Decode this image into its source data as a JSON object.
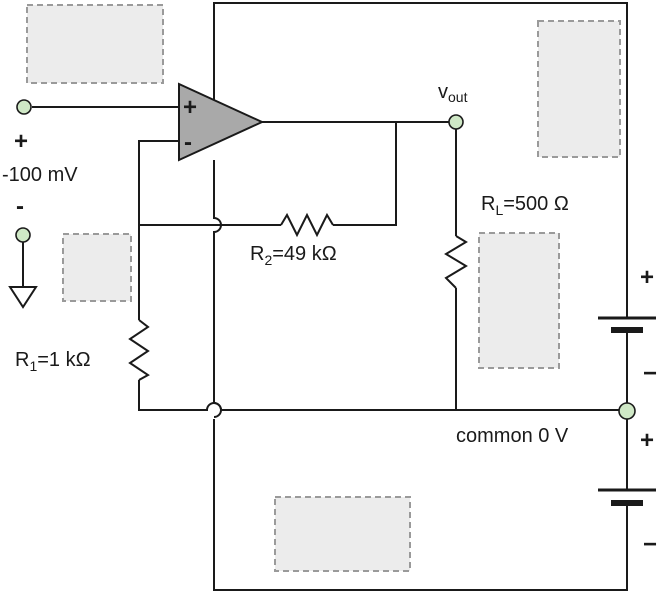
{
  "labels": {
    "vout_main": "v",
    "vout_sub": "out",
    "input_plus": "+",
    "input_value": "-100 mV",
    "input_minus": "-",
    "opamp_plus": "+",
    "opamp_minus": "-",
    "r1_main": "R",
    "r1_sub": "1",
    "r1_value": "=1 kΩ",
    "r2_main": "R",
    "r2_sub": "2",
    "r2_value": "=49 kΩ",
    "rl_main": "R",
    "rl_sub": "L",
    "rl_value": "=500 Ω",
    "battery_top_plus": "+",
    "battery_top_minus": "−",
    "battery_bottom_plus": "+",
    "battery_bottom_minus": "−",
    "common": "common 0 V"
  },
  "colors": {
    "wire": "#1a1a1a",
    "opamp_fill": "#a9a9a9",
    "terminal_fill": "#cfe8c6",
    "placeholder_fill": "#ececec",
    "placeholder_stroke": "#9a9a9a"
  }
}
